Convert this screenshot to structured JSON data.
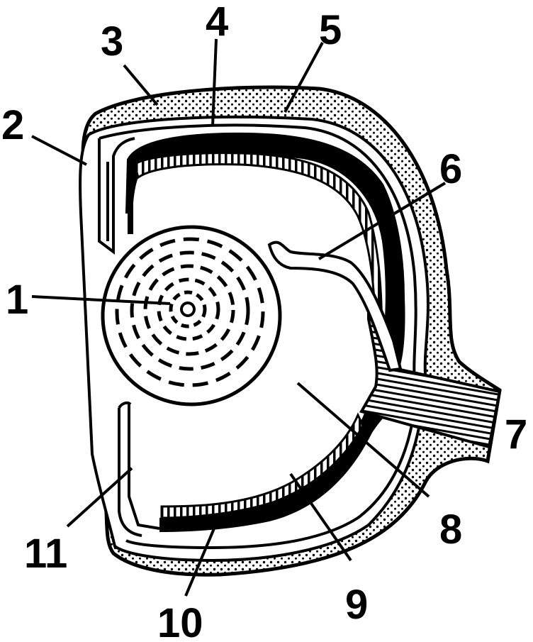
{
  "diagram": {
    "colors": {
      "ink": "#000000",
      "paper": "#ffffff"
    },
    "labels": [
      {
        "id": "label-1",
        "text": "1"
      },
      {
        "id": "label-2",
        "text": "2"
      },
      {
        "id": "label-3",
        "text": "3"
      },
      {
        "id": "label-4",
        "text": "4"
      },
      {
        "id": "label-5",
        "text": "5"
      },
      {
        "id": "label-6",
        "text": "6"
      },
      {
        "id": "label-7",
        "text": "7"
      },
      {
        "id": "label-8",
        "text": "8"
      },
      {
        "id": "label-9",
        "text": "9"
      },
      {
        "id": "label-10",
        "text": "10"
      },
      {
        "id": "label-11",
        "text": "11"
      }
    ]
  }
}
